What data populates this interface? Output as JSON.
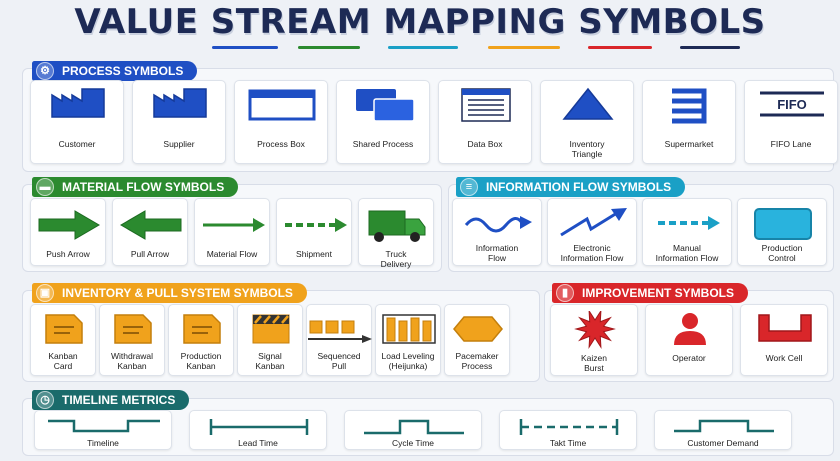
{
  "title": "VALUE STREAM MAPPING SYMBOLS",
  "colors": {
    "blue": "#1f4fc4",
    "green": "#2b8a2f",
    "teal": "#1aa0c6",
    "orange": "#f0a21c",
    "red": "#d9262a",
    "navy": "#1d2a55"
  },
  "process": {
    "header": "PROCESS SYMBOLS",
    "items": [
      {
        "label": "Customer",
        "icon": "factory-icon"
      },
      {
        "label": "Supplier",
        "icon": "factory-icon"
      },
      {
        "label": "Process Box",
        "icon": "process-box-icon"
      },
      {
        "label": "Shared Process",
        "icon": "shared-process-icon"
      },
      {
        "label": "Data Box",
        "icon": "data-box-icon"
      },
      {
        "label": "Inventory\nTriangle",
        "icon": "triangle-icon"
      },
      {
        "label": "Supermarket",
        "icon": "supermarket-icon"
      },
      {
        "label": "FIFO Lane",
        "icon": "fifo-icon",
        "icon_text": "FIFO"
      }
    ]
  },
  "material": {
    "header": "MATERIAL FLOW SYMBOLS",
    "items": [
      {
        "label": "Push Arrow",
        "icon": "push-arrow-icon"
      },
      {
        "label": "Pull Arrow",
        "icon": "pull-arrow-icon"
      },
      {
        "label": "Material Flow",
        "icon": "arrow-icon"
      },
      {
        "label": "Shipment",
        "icon": "dashed-arrow-icon"
      },
      {
        "label": "Truck\nDelivery",
        "icon": "truck-icon"
      }
    ]
  },
  "information": {
    "header": "INFORMATION FLOW SYMBOLS",
    "items": [
      {
        "label": "Information\nFlow",
        "icon": "wave-arrow-icon"
      },
      {
        "label": "Electronic\nInformation Flow",
        "icon": "zigzag-arrow-icon"
      },
      {
        "label": "Manual\nInformation Flow",
        "icon": "dashed-arrow-icon"
      },
      {
        "label": "Production\nControl",
        "icon": "control-box-icon"
      }
    ]
  },
  "inventory": {
    "header": "INVENTORY & PULL SYSTEM SYMBOLS",
    "items": [
      {
        "label": "Kanban\nCard",
        "icon": "kanban-card-icon"
      },
      {
        "label": "Withdrawal\nKanban",
        "icon": "kanban-card-icon"
      },
      {
        "label": "Production\nKanban",
        "icon": "kanban-card-icon"
      },
      {
        "label": "Signal\nKanban",
        "icon": "signal-kanban-icon"
      },
      {
        "label": "Sequenced\nPull",
        "icon": "sequenced-pull-icon"
      },
      {
        "label": "Load Leveling\n(Heijunka)",
        "icon": "heijunka-icon"
      },
      {
        "label": "Pacemaker\nProcess",
        "icon": "hexagon-icon"
      }
    ]
  },
  "improvement": {
    "header": "IMPROVEMENT SYMBOLS",
    "items": [
      {
        "label": "Kaizen\nBurst",
        "icon": "burst-icon"
      },
      {
        "label": "Operator",
        "icon": "operator-icon"
      },
      {
        "label": "Work Cell",
        "icon": "work-cell-icon"
      }
    ]
  },
  "timeline": {
    "header": "TIMELINE METRICS",
    "items": [
      {
        "label": "Timeline",
        "icon": "timeline-icon"
      },
      {
        "label": "Lead Time",
        "icon": "lead-time-icon"
      },
      {
        "label": "Cycle Time",
        "icon": "cycle-time-icon"
      },
      {
        "label": "Takt Time",
        "icon": "takt-time-icon"
      },
      {
        "label": "Customer Demand",
        "icon": "customer-demand-icon"
      }
    ]
  }
}
